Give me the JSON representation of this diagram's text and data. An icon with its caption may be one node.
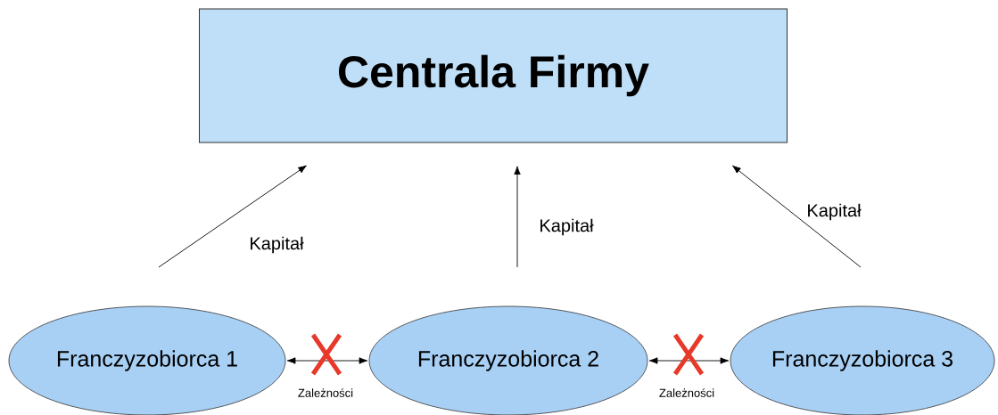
{
  "diagram": {
    "nodes": [
      {
        "text": [
          "Centrala Firmy"
        ]
      },
      {
        "text": [
          "Franczyzobiorca 1"
        ]
      },
      {
        "text": [
          "Franczyzobiorca 2"
        ]
      },
      {
        "text": [
          "Franczyzobiorca 3"
        ]
      }
    ],
    "edges": [
      {
        "from": 1,
        "to": 0,
        "arrow": "to",
        "label": "Kapitał"
      },
      {
        "from": 2,
        "to": 0,
        "arrow": "to",
        "label": "Kapitał"
      },
      {
        "from": 3,
        "to": 0,
        "arrow": "to",
        "label": "Kapitał"
      },
      {
        "from": 1,
        "to": 2,
        "arrow": "both",
        "label": "Zależności"
      },
      {
        "from": 2,
        "to": 3,
        "arrow": "both",
        "label": "Zależności"
      }
    ]
  }
}
